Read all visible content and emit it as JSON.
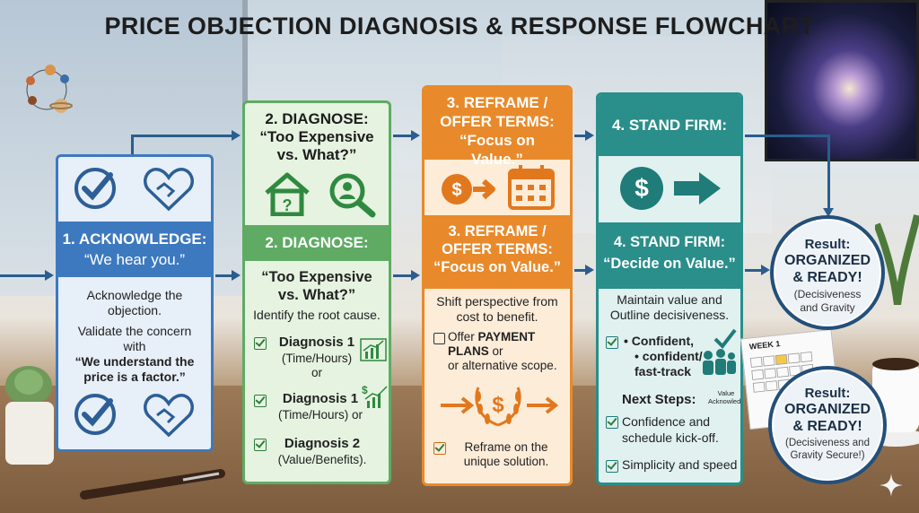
{
  "title": "PRICE OBJECTION DIAGNOSIS & RESPONSE FLOWCHART",
  "step1": {
    "header": "1. ACKNOWLEDGE:",
    "quote": "“We hear you.”",
    "body1": "Acknowledge the objection.",
    "body2": "Validate the concern with",
    "body3": "“We understand the price is a factor.”"
  },
  "step2": {
    "top_title": "2. DIAGNOSE:",
    "top_quote": "“Too Expensive vs. What?”",
    "header": "2. DIAGNOSE:",
    "quote": "“Too Expensive vs. What?”",
    "intro": "Identify the root cause.",
    "items": [
      {
        "title": "Diagnosis 1",
        "detail": "(Time/Hours)",
        "after": "or"
      },
      {
        "title": "Diagnosis 1",
        "detail": "(Time/Hours) or"
      },
      {
        "title": "Diagnosis 2",
        "detail": "(Value/Benefits)."
      }
    ]
  },
  "step3": {
    "top_title": "3. REFRAME / OFFER TERMS:",
    "top_quote": "“Focus on Value.”",
    "header": "3. REFRAME / OFFER TERMS:",
    "quote": "“Focus on Value.”",
    "intro": "Shift perspective from cost to benefit.",
    "offer_a": "Offer ",
    "offer_b": "PAYMENT PLANS",
    "offer_c": " or",
    "offer_d": "or alternative scope.",
    "reframe": "Reframe on the unique solution."
  },
  "step4": {
    "top_title": "4. STAND FIRM:",
    "header": "4. STAND FIRM:",
    "quote": "“Decide on Value.”",
    "intro": "Maintain value and Outline decisiveness.",
    "bullets": [
      "Confident,",
      "confident/",
      "fast-track"
    ],
    "next_steps": "Next Steps:",
    "value_ack": "Value Acknowledged",
    "item1": "Confidence and schedule kick-off.",
    "item2": "Simplicity and speed"
  },
  "result1": {
    "label": "Result:",
    "headline": "ORGANIZED & READY!",
    "sub": "(Decisiveness and Gravity"
  },
  "result2": {
    "label": "Result:",
    "headline": "ORGANIZED & READY!",
    "sub": "(Decisiveness and Gravity Secure!)"
  },
  "calendar": {
    "label": "WEEK 1"
  },
  "colors": {
    "blue": "#3d79bf",
    "green": "#5fab64",
    "orange": "#e88a2b",
    "teal": "#2a8e8a",
    "navy": "#234f7a"
  }
}
